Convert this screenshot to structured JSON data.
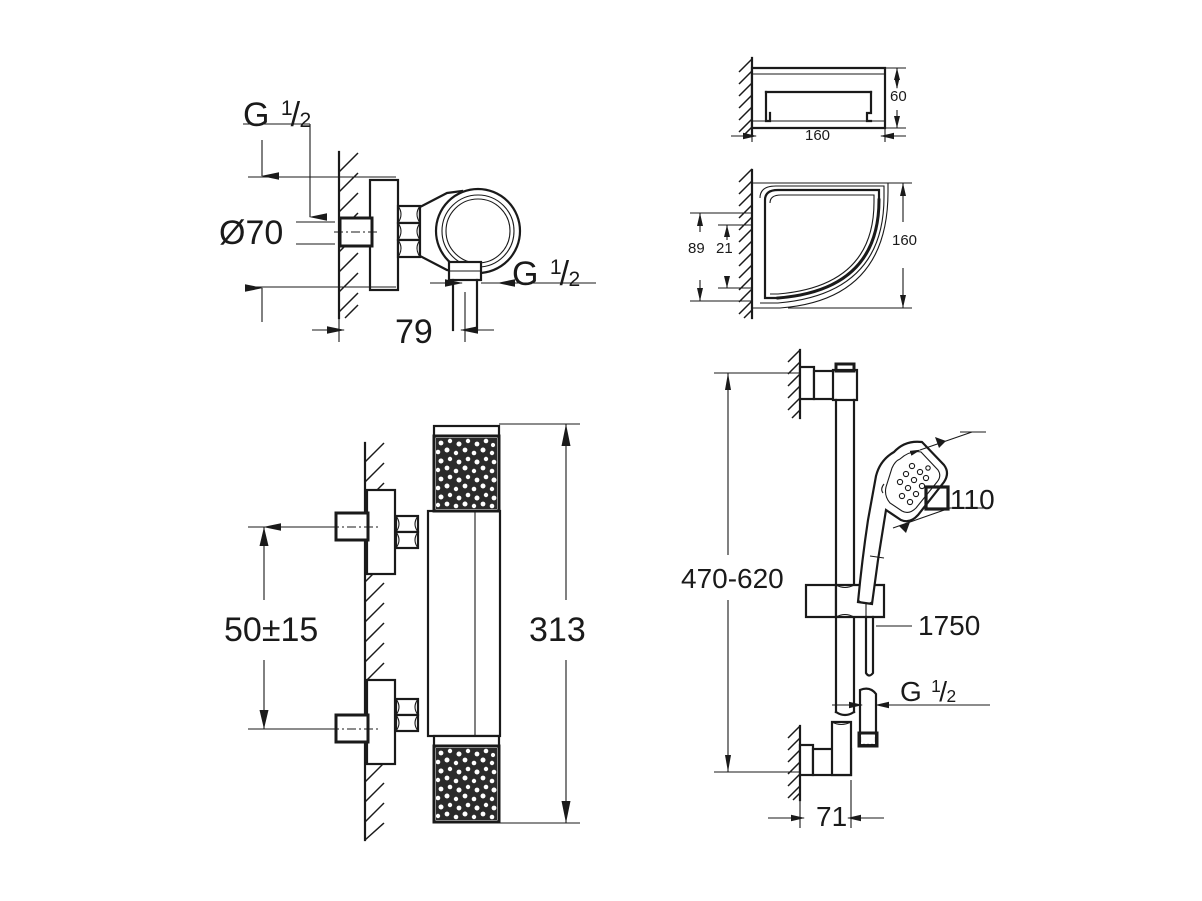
{
  "document": {
    "type": "technical-dimensional-drawing",
    "subject": "Wall-mounted thermostatic shower mixer with shower rail set and corner shelf",
    "background_color": "#ffffff",
    "line_color": "#1a1a1a",
    "units": "mm"
  },
  "views": {
    "top_left": {
      "name": "valve-side-elevation",
      "labels": {
        "thread_top": {
          "g": "G",
          "num": "1",
          "slash": "/",
          "den": "2"
        },
        "diameter": "Ø70",
        "depth": "79",
        "thread_outlet": {
          "g": "G",
          "num": "1",
          "slash": "/",
          "den": "2"
        }
      }
    },
    "bottom_left": {
      "name": "thermostatic-mixer-side-elevation",
      "labels": {
        "centre_distance": "50±15",
        "overall_length": "313"
      }
    },
    "top_right_shelf_front": {
      "name": "shelf-front-section",
      "labels": {
        "height": "60",
        "width": "160"
      }
    },
    "top_right_shelf_plan": {
      "name": "shelf-plan-view",
      "labels": {
        "outer_offset": "89",
        "inner_offset": "21",
        "depth": "160"
      }
    },
    "bottom_right_rail": {
      "name": "shower-rail-set-elevation",
      "labels": {
        "rail_height_range": "470-620",
        "spray_size_symbol": "□",
        "spray_size": "110",
        "hose_length": "1750",
        "hose_thread": {
          "g": "G",
          "num": "1",
          "slash": "/",
          "den": "2"
        },
        "projection": "71"
      }
    }
  },
  "dimension_values": [
    "G 1/2",
    "Ø70",
    "79",
    "G 1/2",
    "50±15",
    "313",
    "60",
    "160",
    "89",
    "21",
    "160",
    "470-620",
    "110",
    "1750",
    "G 1/2",
    "71"
  ]
}
